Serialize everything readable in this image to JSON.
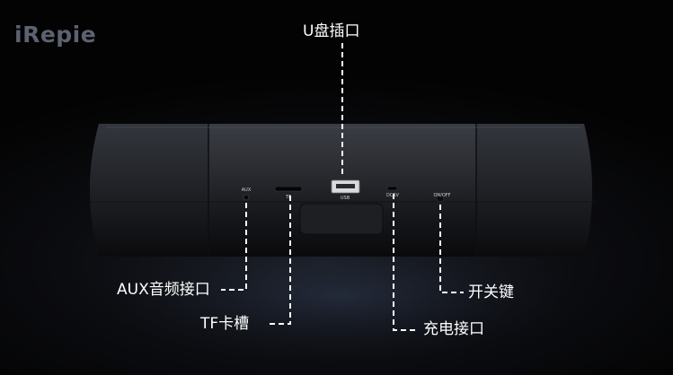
{
  "brand": {
    "logo": "iRepie"
  },
  "ports": {
    "aux": "AUX",
    "tf": "TF",
    "usb": "USB",
    "dc": "DC5V",
    "power": "ON/OFF"
  },
  "callouts": {
    "usb": "U盘插口",
    "aux": "AUX音频接口",
    "tf": "TF卡槽",
    "power": "开关键",
    "charge": "充电接口"
  }
}
